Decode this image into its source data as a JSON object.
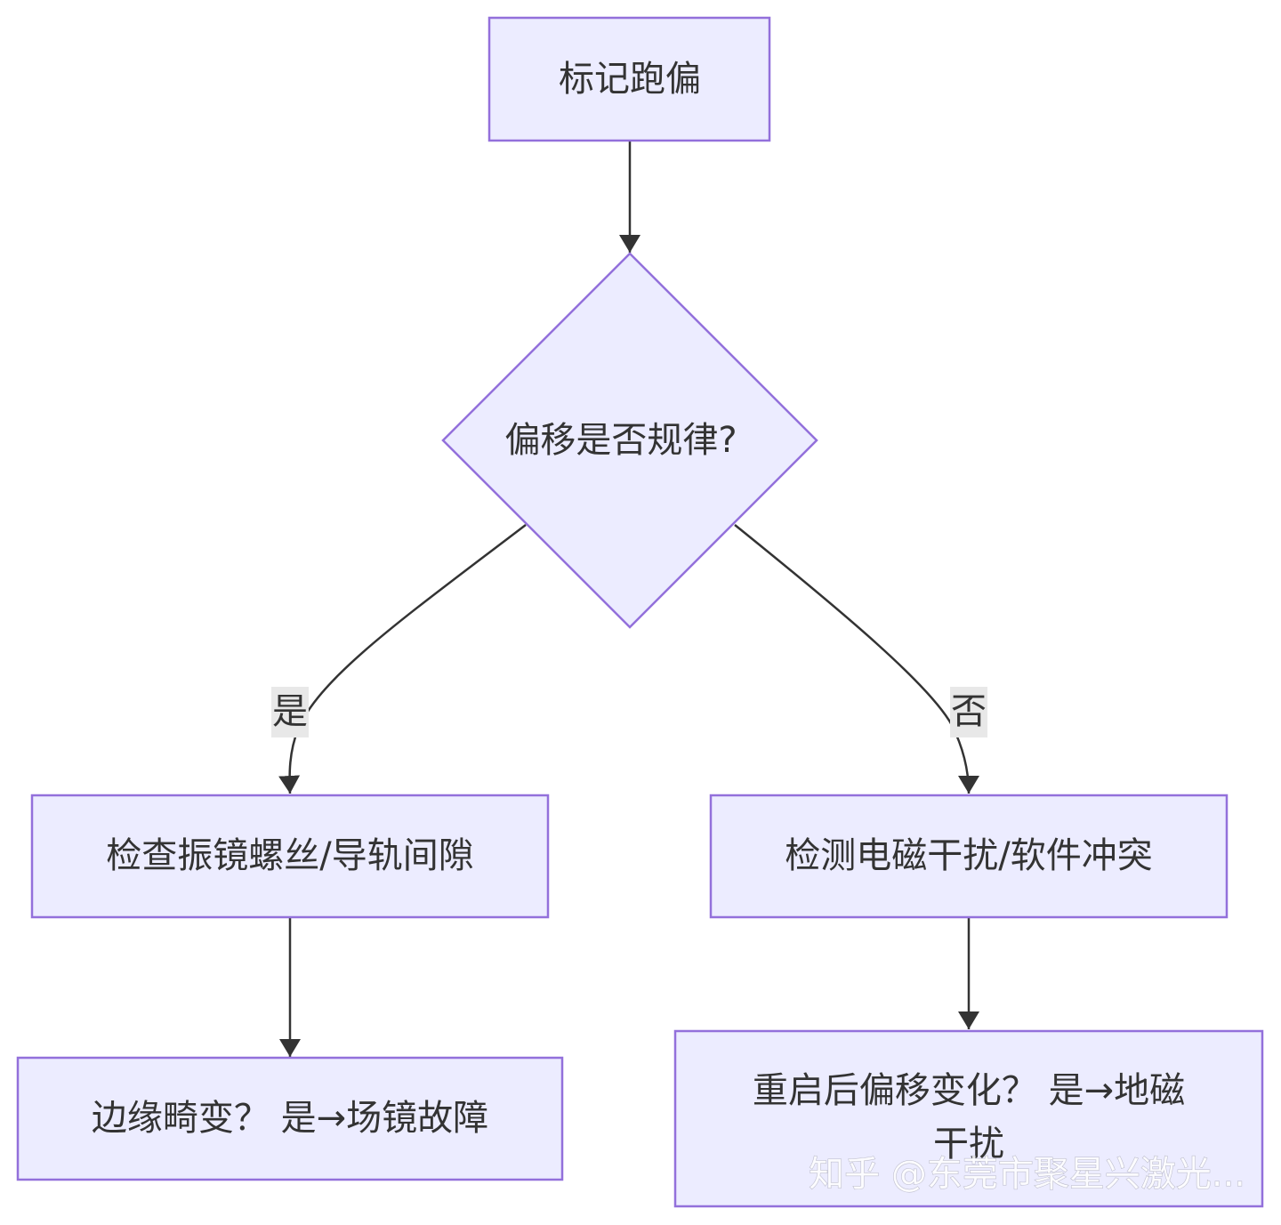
{
  "nodes": {
    "start": {
      "label": "标记跑偏"
    },
    "decision": {
      "label": "偏移是否规律?"
    },
    "check_mech": {
      "label": "检查振镜螺丝/导轨间隙"
    },
    "check_emi": {
      "label": "检测电磁干扰/软件冲突"
    },
    "edge_distort": {
      "label": "边缘畸变？ 是→场镜故障"
    },
    "restart": {
      "line1": "重启后偏移变化？ 是→地磁",
      "line2": "干扰"
    }
  },
  "edges": {
    "yes": {
      "label": "是"
    },
    "no": {
      "label": "否"
    }
  },
  "watermark": {
    "text": "知乎 @东莞市聚星兴激光..."
  },
  "colors": {
    "node_fill": "#ececff",
    "node_stroke": "#9370db",
    "edge": "#333333",
    "edge_label_bg": "#e8e8e8"
  }
}
